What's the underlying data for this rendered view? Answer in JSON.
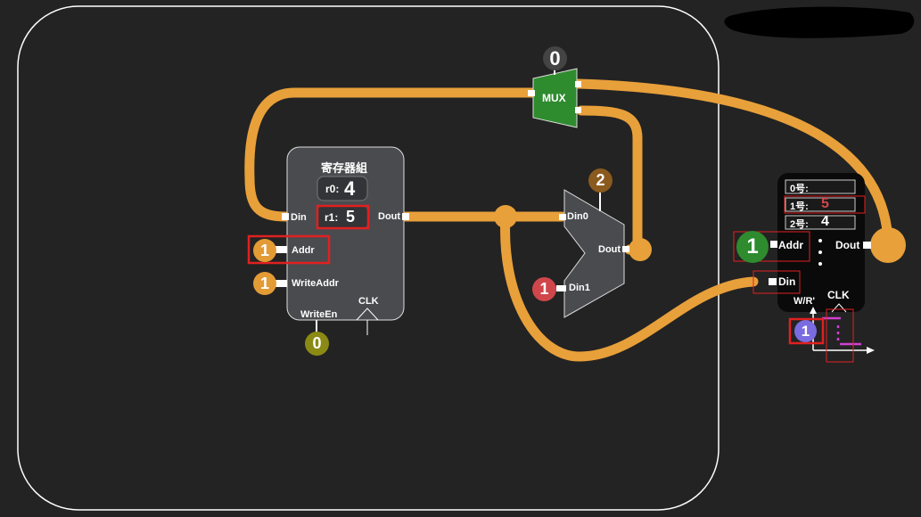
{
  "colors": {
    "background": "#232323",
    "wire": "#E8A03A",
    "block": "#4A4B4F",
    "mux": "#2E8B2E",
    "highlight": "#E02020",
    "ram_body": "#0A0A0A",
    "io_orange": "#E39B35",
    "io_red": "#D0474B",
    "io_brown": "#8A5A1E",
    "io_olive": "#8A8A14",
    "io_gray": "#444444",
    "io_green": "#2E8B2E",
    "io_violet": "#7B6BE0",
    "clock_magenta": "#D040D0"
  },
  "register_file": {
    "title": "寄存器組",
    "r0_label": "r0:",
    "r0_value": "4",
    "r1_label": "r1:",
    "r1_value": "5",
    "pin_din": "Din",
    "pin_dout": "Dout",
    "pin_addr": "Addr",
    "pin_writeaddr": "WriteAddr",
    "pin_writeen": "WriteEn",
    "pin_clk": "CLK"
  },
  "inputs": {
    "addr": "1",
    "writeaddr": "1",
    "writeen": "0",
    "mux_select": "0",
    "alu_top": "2",
    "alu_din1": "1"
  },
  "mux": {
    "label": "MUX"
  },
  "alu": {
    "pin_din0": "Din0",
    "pin_din1": "Din1",
    "pin_dout": "Dout"
  },
  "ram": {
    "rows": [
      {
        "label": "0号:",
        "value": ""
      },
      {
        "label": "1号:",
        "value": "5"
      },
      {
        "label": "2号:",
        "value": "4"
      }
    ],
    "pin_addr": "Addr",
    "pin_dout": "Dout",
    "pin_din": "Din",
    "pin_wr": "W/R'",
    "pin_clk": "CLK",
    "addr_value": "1",
    "wr_value": "1"
  }
}
